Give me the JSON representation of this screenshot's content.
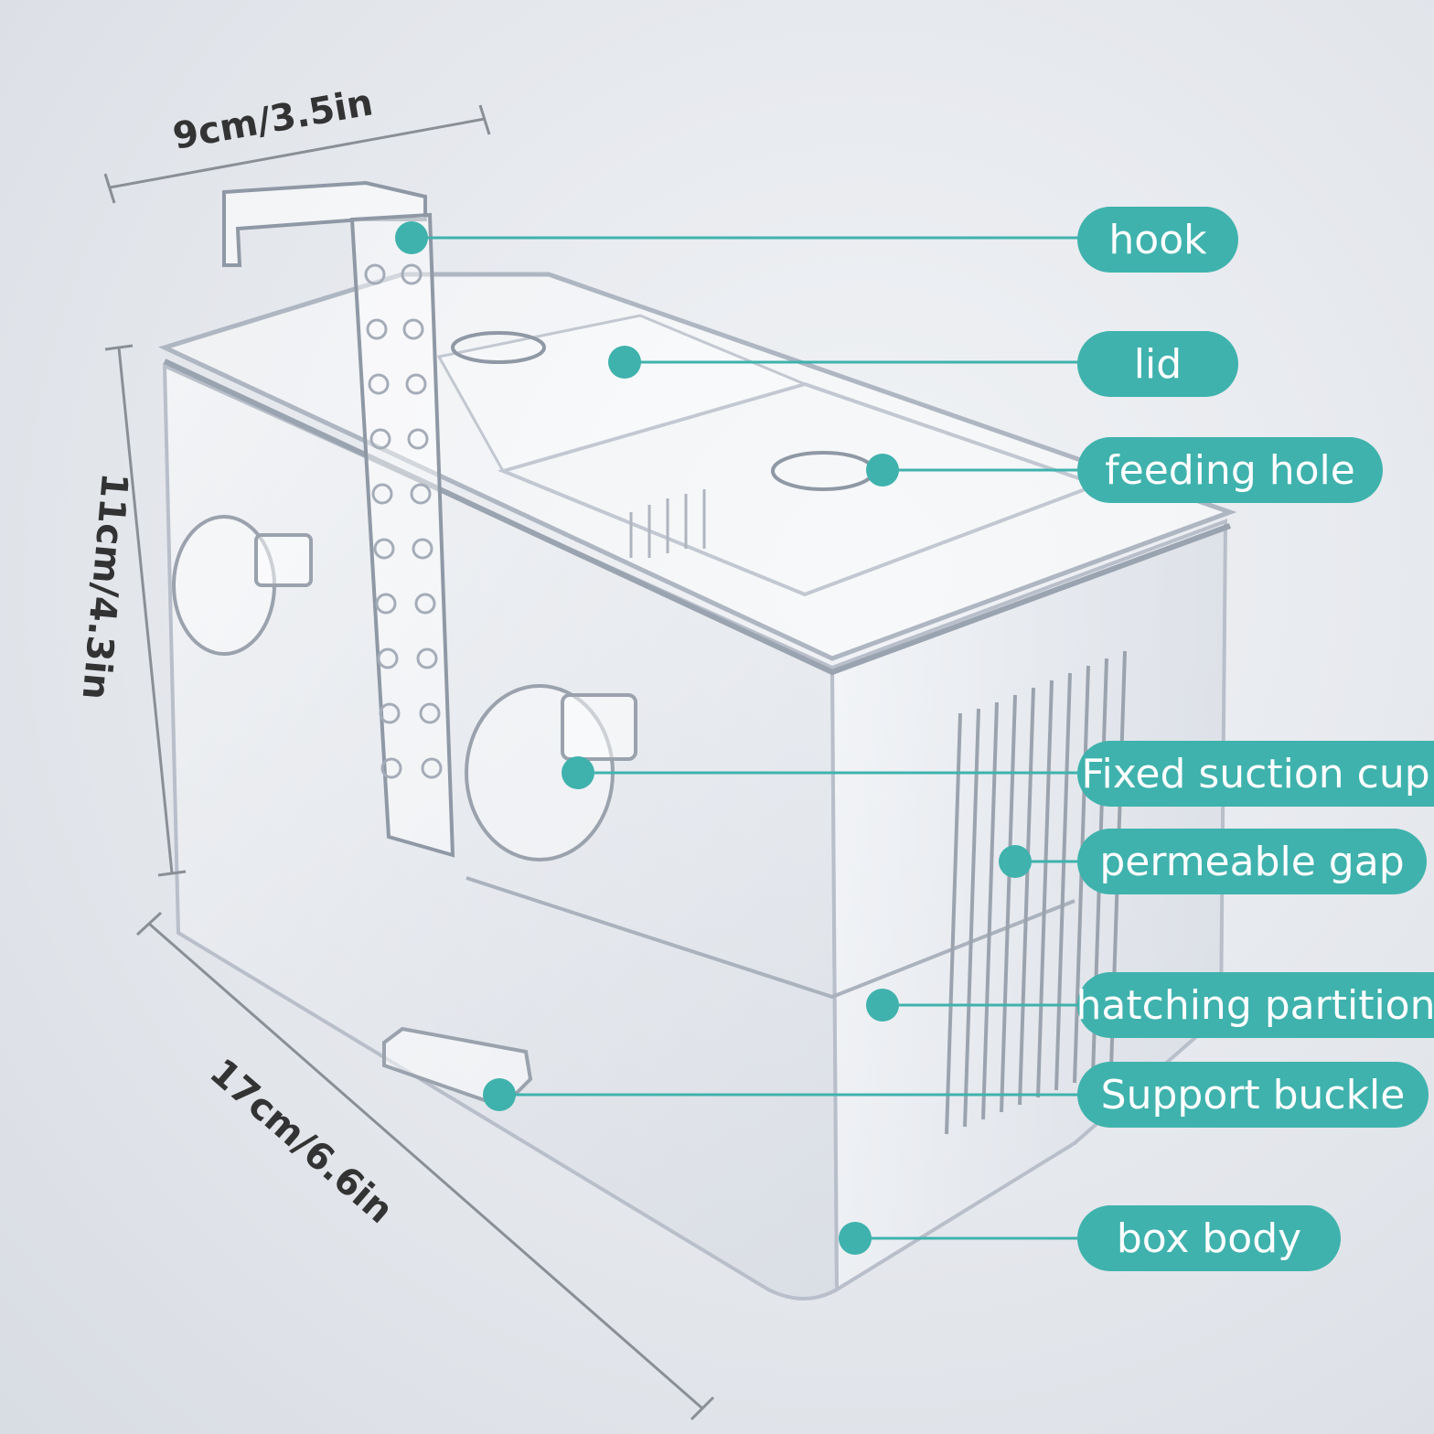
{
  "colors": {
    "accent": "#3fb2ad",
    "dimension_line": "#8a8f96",
    "label_text": "#ffffff",
    "dimension_text": "#333333"
  },
  "dimensions": {
    "width": "9cm/3.5in",
    "height": "11cm/4.3in",
    "length": "17cm/6.6in"
  },
  "callouts": {
    "hook": "hook",
    "lid": "lid",
    "feeding_hole": "feeding hole",
    "fixed_suction_cup": "Fixed suction cup",
    "permeable_gap": "permeable gap",
    "hatching_partition": "hatching partition",
    "support_buckle": "Support buckle",
    "box_body": "box body"
  }
}
